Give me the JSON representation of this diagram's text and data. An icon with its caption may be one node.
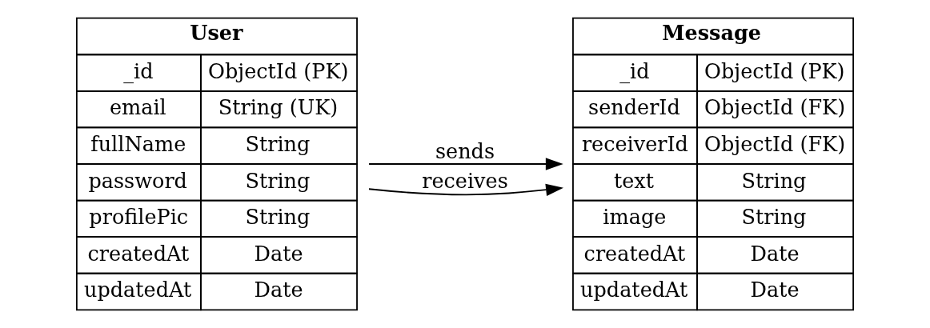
{
  "diagram": {
    "nodes": [
      {
        "text": [
          "User",
          "_id",
          "ObjectId (PK)",
          "email",
          "String (UK)",
          "fullName",
          "String",
          "password",
          "String",
          "profilePic",
          "String",
          "createdAt",
          "Date",
          "updatedAt",
          "Date"
        ]
      },
      {
        "text": [
          "Message",
          "_id",
          "ObjectId (PK)",
          "senderId",
          "ObjectId (FK)",
          "receiverId",
          "ObjectId (FK)",
          "text",
          "String",
          "image",
          "String",
          "createdAt",
          "Date",
          "updatedAt",
          "Date"
        ]
      }
    ],
    "edges": [
      {
        "from": 0,
        "to": 1,
        "arrow": "to",
        "label": "sends"
      },
      {
        "from": 0,
        "to": 1,
        "arrow": "to",
        "label": "receives"
      }
    ]
  }
}
